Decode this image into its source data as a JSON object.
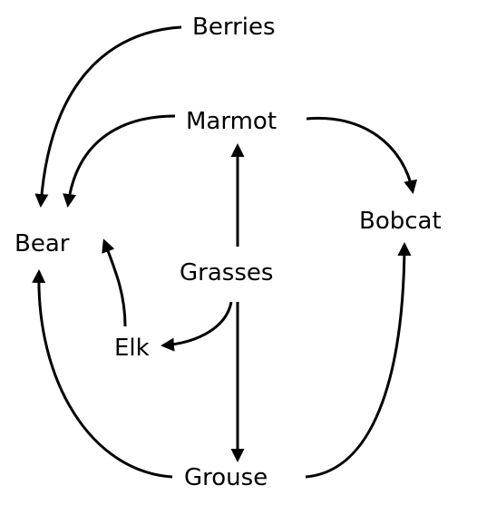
{
  "diagram": {
    "type": "food-web",
    "nodes": {
      "berries": "Berries",
      "marmot": "Marmot",
      "bobcat": "Bobcat",
      "bear": "Bear",
      "grasses": "Grasses",
      "elk": "Elk",
      "grouse": "Grouse"
    },
    "edges": [
      {
        "from": "Berries",
        "to": "Bear"
      },
      {
        "from": "Marmot",
        "to": "Bear"
      },
      {
        "from": "Marmot",
        "to": "Bobcat"
      },
      {
        "from": "Grasses",
        "to": "Marmot"
      },
      {
        "from": "Grasses",
        "to": "Elk"
      },
      {
        "from": "Grasses",
        "to": "Grouse"
      },
      {
        "from": "Elk",
        "to": "Bear"
      },
      {
        "from": "Grouse",
        "to": "Bear"
      },
      {
        "from": "Grouse",
        "to": "Bobcat"
      }
    ],
    "colors": {
      "stroke": "#000000",
      "text": "#000000",
      "background": "#ffffff"
    }
  }
}
